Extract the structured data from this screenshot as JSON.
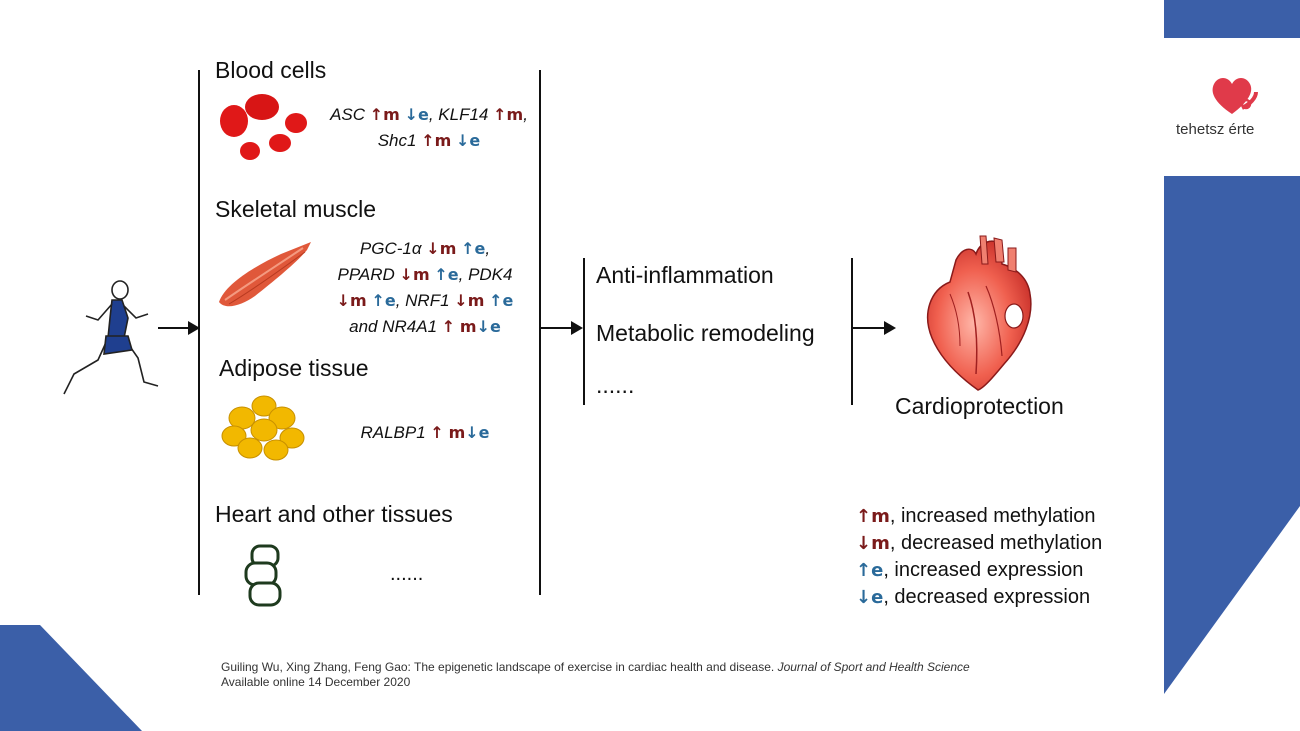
{
  "colors": {
    "accent": "#3b5fa8",
    "methyl": "#7a1a1a",
    "expr": "#2a6a9a"
  },
  "logo": {
    "text": "tehetsz érte"
  },
  "tissues": {
    "blood": {
      "title": "Blood cells",
      "l1": "ASC",
      "l1b": ", KLF14",
      "l2": "Shc1"
    },
    "muscle": {
      "title": "Skeletal muscle",
      "g1": "PGC-1α",
      "g2": "PPARD",
      "g3": ", PDK4",
      "g4": ", NRF1",
      "g5": "and NR4A1"
    },
    "adipose": {
      "title": "Adipose tissue",
      "g1": "RALBP1"
    },
    "heart": {
      "title": "Heart and other tissues",
      "dots": "......"
    }
  },
  "marks": {
    "m": "m",
    "e": "e",
    "up": "↑",
    "down": "↓"
  },
  "effects": {
    "e1": "Anti-inflammation",
    "e2": "Metabolic remodeling",
    "e3": "......"
  },
  "outcome": "Cardioprotection",
  "legend": {
    "l1": ", increased methylation",
    "l2": ", decreased methylation",
    "l3": ", increased expression",
    "l4": ", decreased expression"
  },
  "citation": {
    "authors": "Guiling Wu, Xing Zhang, Feng Gao: The epigenetic landscape of exercise in cardiac health and disease.",
    "journal": "Journal of Sport and Health Science",
    "date": "Available online 14 December 2020"
  }
}
